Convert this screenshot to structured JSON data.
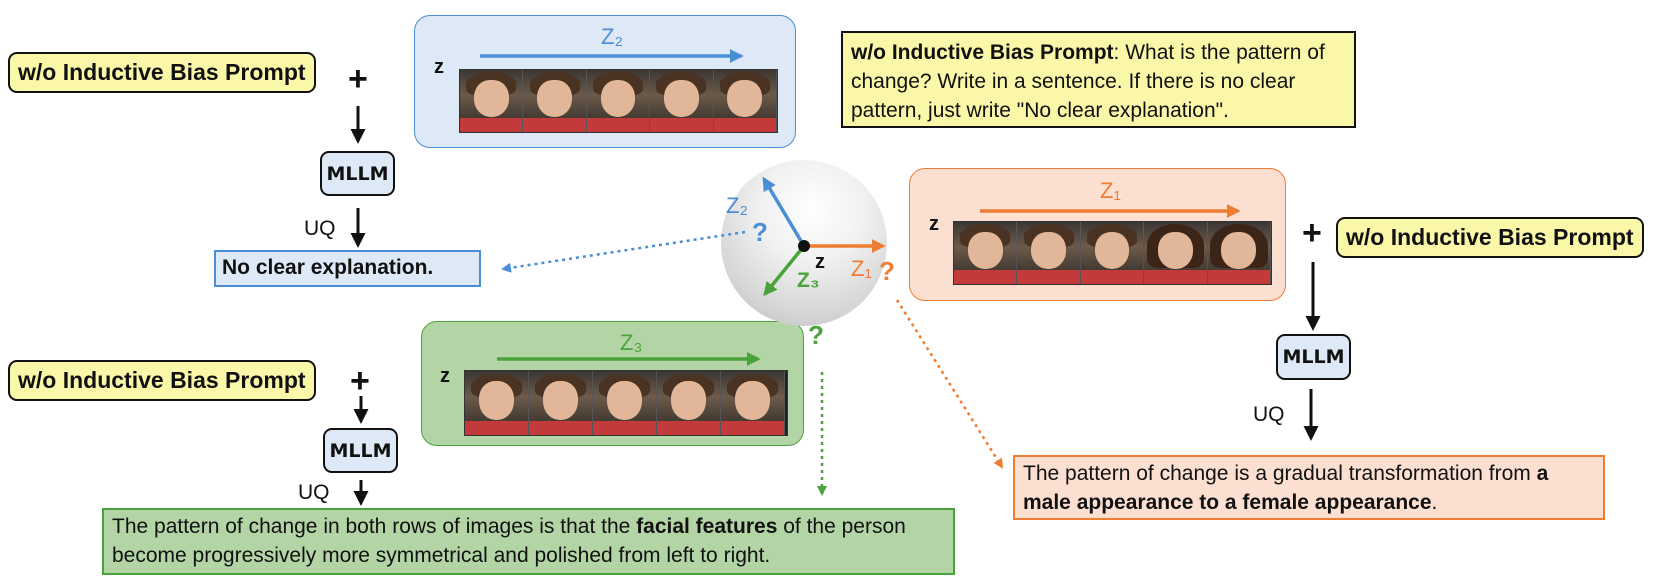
{
  "prompt_label": "w/o Inductive Bias Prompt",
  "plus": "+",
  "mllm_label": "MLLM",
  "uq_label": "UQ",
  "z_label": "z",
  "question_mark": "?",
  "directions": {
    "z1": "Z₁",
    "z2": "Z₂",
    "z3": "Z₃"
  },
  "prompt_box": {
    "bold": "w/o Inductive Bias Prompt",
    "text": ": What is the pattern of change? Write in a sentence. If there is no clear pattern, just write \"No clear explanation\"."
  },
  "outputs": {
    "z2": "No clear explanation.",
    "z1_pre": "The pattern of change is a gradual transformation from ",
    "z1_bold": "a male appearance to a female appearance",
    "z1_post": ".",
    "z3_pre": "The pattern of change in both rows of images is that the ",
    "z3_bold": "facial features",
    "z3_post": " of the person become progressively more symmetrical and polished from left to right."
  },
  "colors": {
    "blue": "#4a8fd6",
    "orange": "#ee7d33",
    "green": "#4aa33a",
    "blue_bg": "#dde9f7",
    "orange_bg": "#fbe0d2",
    "green_bg": "#b3d5a6",
    "yellow_bg": "#fbf7a8"
  }
}
